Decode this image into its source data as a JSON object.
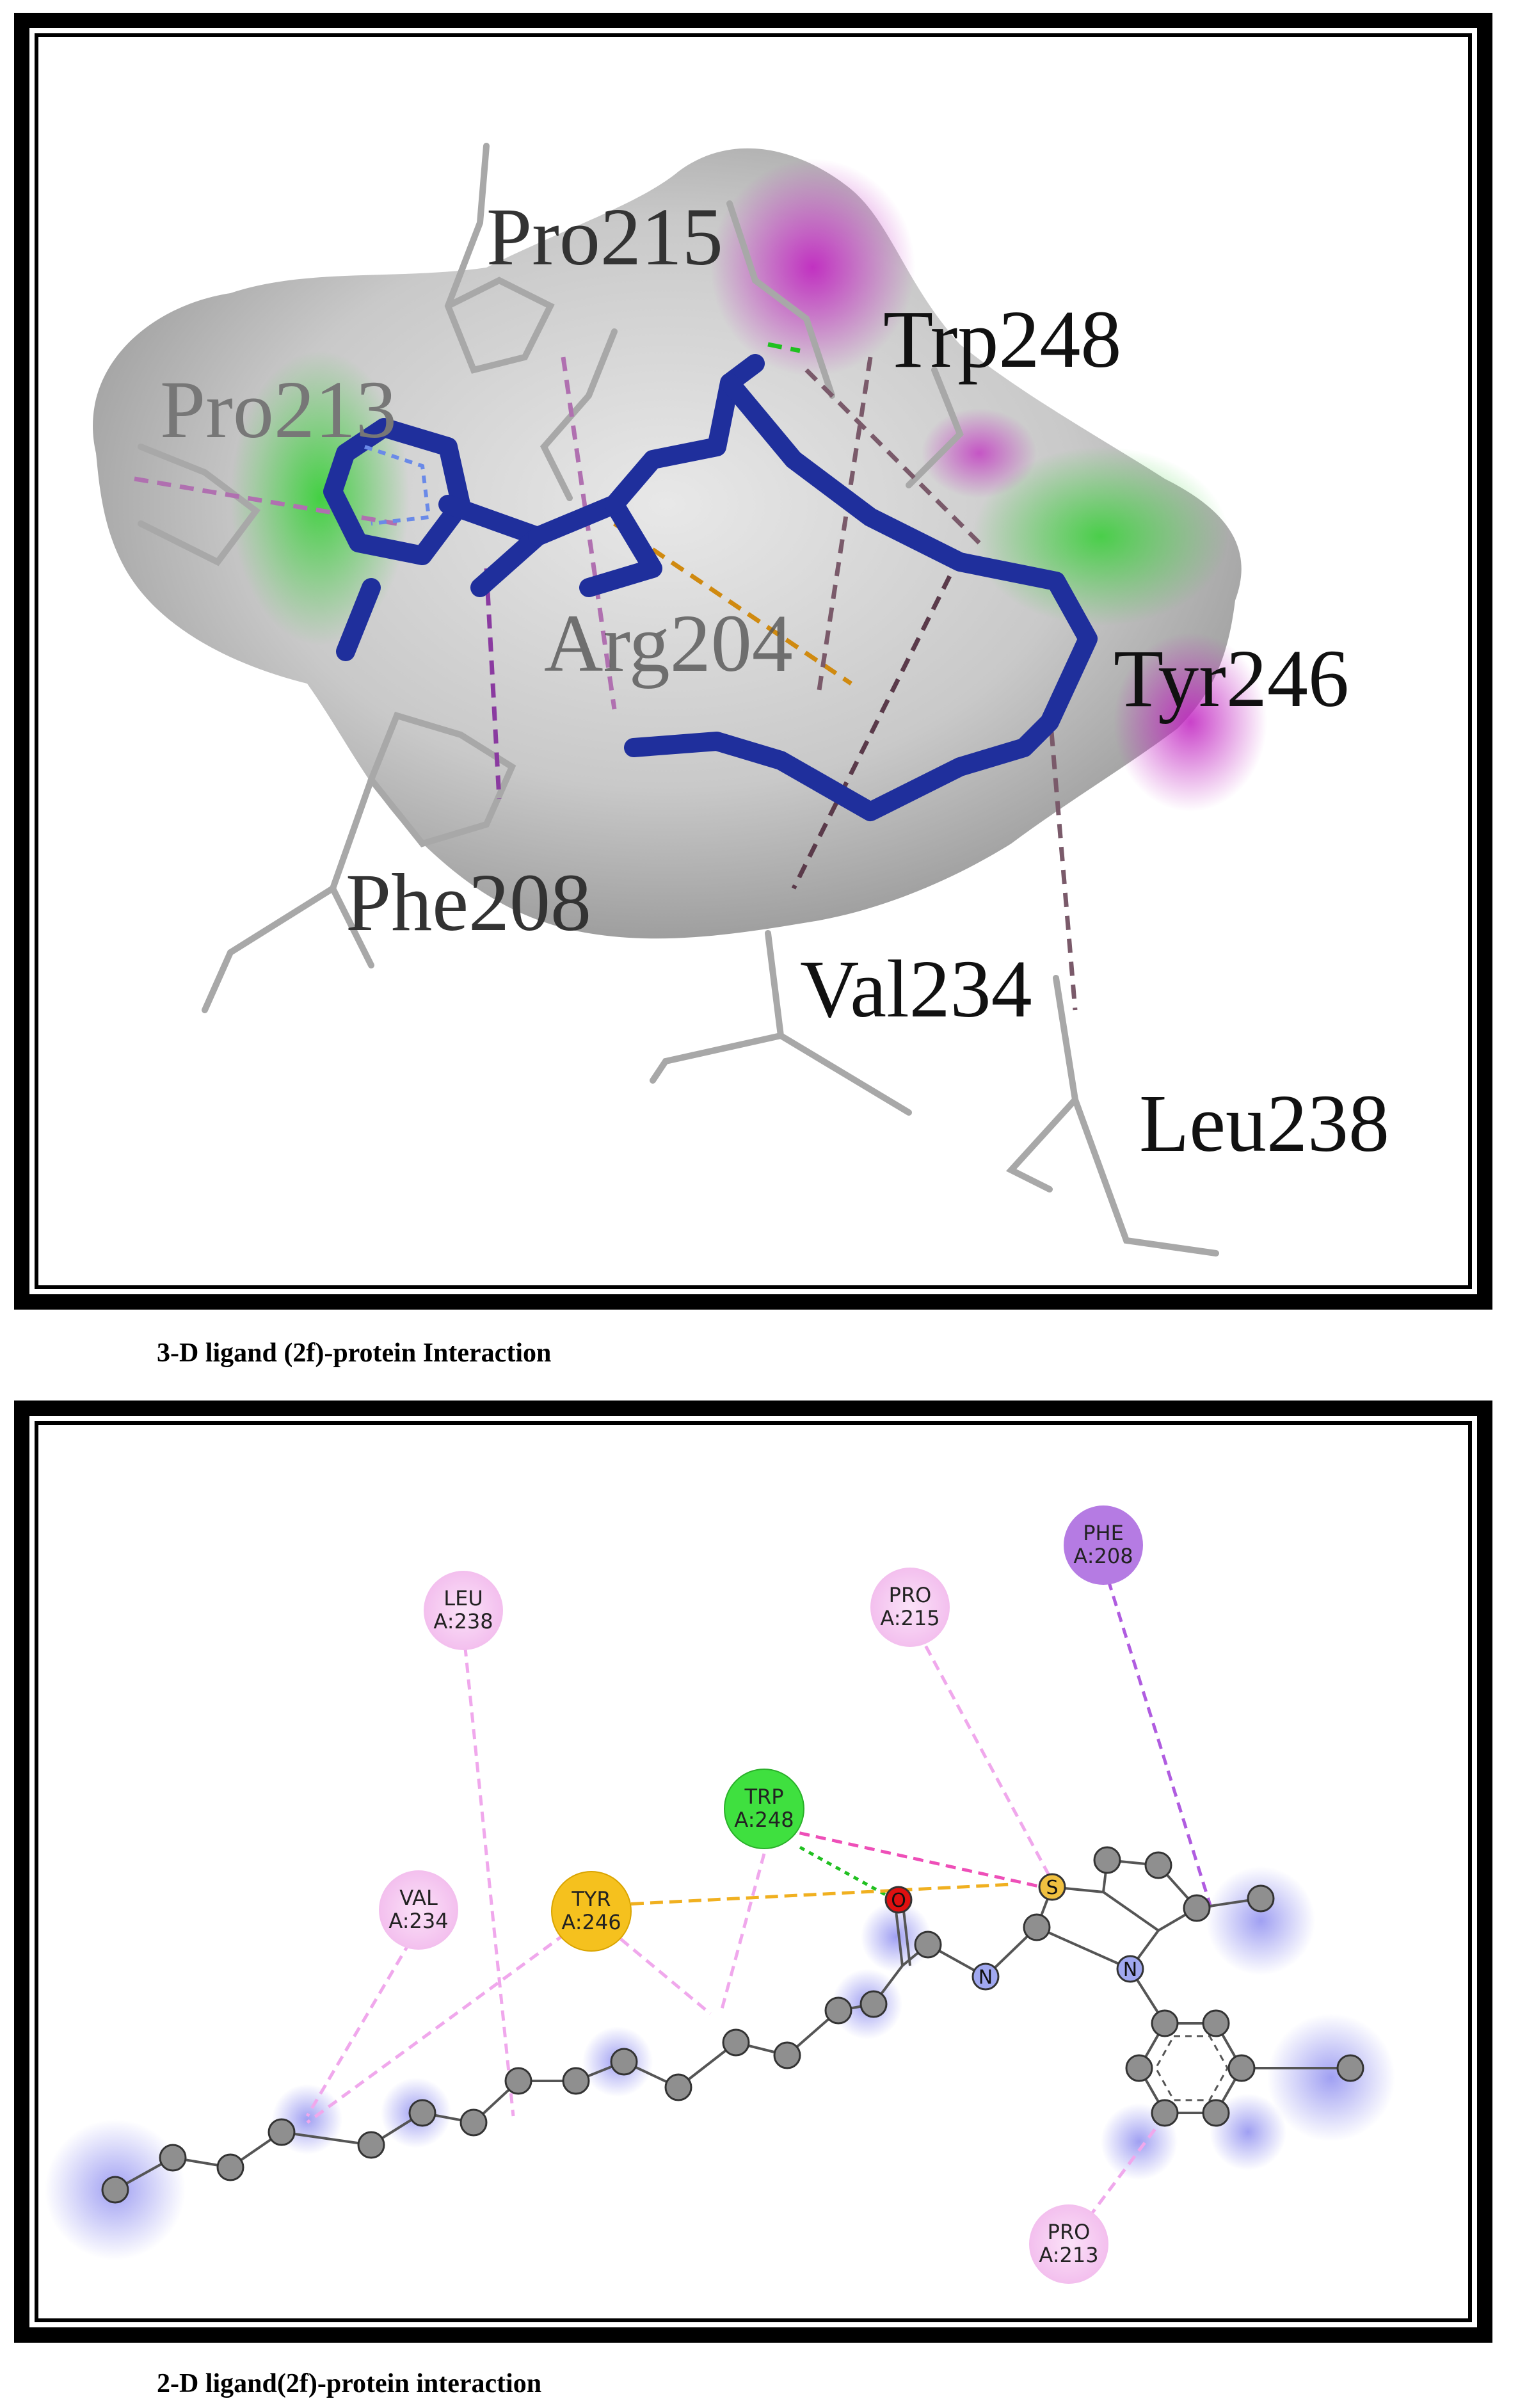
{
  "panel_3d": {
    "caption": "3-D ligand  (2f)-protein  Interaction",
    "residue_labels": [
      "Pro215",
      "Trp248",
      "Pro213",
      "Arg204",
      "Tyr246",
      "Phe208",
      "Val234",
      "Leu238"
    ],
    "colors": {
      "ligand": "#1f2f9c",
      "hbond_surface": "#3cc83c",
      "hydrophobic_surface": "#c43cc4",
      "surface": "#c8c8c8"
    }
  },
  "panel_2d": {
    "caption": "2-D ligand(2f)-protein  interaction",
    "residues": [
      {
        "name": "PHE",
        "chain_pos": "A:208",
        "color": "#b57be3"
      },
      {
        "name": "LEU",
        "chain_pos": "A:238",
        "color": "#f5c8f0"
      },
      {
        "name": "PRO",
        "chain_pos": "A:215",
        "color": "#f5c8f0"
      },
      {
        "name": "TRP",
        "chain_pos": "A:248",
        "color": "#3fe03f"
      },
      {
        "name": "VAL",
        "chain_pos": "A:234",
        "color": "#f5c8f0"
      },
      {
        "name": "TYR",
        "chain_pos": "A:246",
        "color": "#f5c11e"
      },
      {
        "name": "PRO",
        "chain_pos": "A:213",
        "color": "#f5c8f0"
      }
    ],
    "atoms": {
      "sulfur": "S",
      "oxygen": "O",
      "nitrogen_1": "N",
      "nitrogen_2": "N"
    }
  }
}
